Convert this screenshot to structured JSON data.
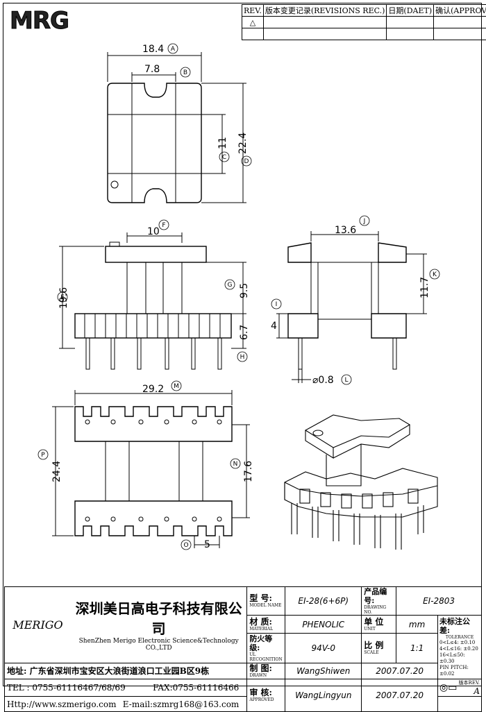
{
  "logo": {
    "text": "MRG"
  },
  "revision_table": {
    "headers": [
      "REV.",
      "版本变更记录(REVISIONS REC.)",
      "日期(DAET)",
      "确认(APPROVED)"
    ],
    "row1_mark": "△"
  },
  "dimensions": {
    "a": "18.4",
    "b": "7.8",
    "c": "11",
    "d": "22.4",
    "e": "19.6",
    "f": "10",
    "g": "9.5",
    "h": "6.7",
    "i": "4",
    "j": "13.6",
    "k": "11.7",
    "l": "⌀0.8",
    "m": "29.2",
    "n": "17.6",
    "o": "5",
    "p": "24.4"
  },
  "markers": {
    "a": "A",
    "b": "B",
    "c": "C",
    "d": "D",
    "e": "E",
    "f": "F",
    "g": "G",
    "h": "H",
    "i": "I",
    "j": "J",
    "k": "K",
    "l": "L",
    "m": "M",
    "n": "N",
    "o": "O",
    "p": "P"
  },
  "title_block": {
    "logo_text": "MERIGO",
    "company_cn": "深圳美日高电子科技有限公司",
    "company_en": "ShenZhen Merigo Electronic Science&Technology CO.,LTD",
    "address": "地址: 广东省深圳市宝安区大浪街道浪口工业园B区9栋",
    "tel": "TEL : 0755-61116467/68/69",
    "fax": "FAX:0755-61116466",
    "web": "Http://www.szmerigo.com",
    "email": "E-mail:szmrg168@163.com",
    "model_label": "型 号:",
    "model_sub": "MODEL NAME",
    "model_value": "EI-28(6+6P)",
    "drawing_no_label": "产品编号:",
    "drawing_no_sub": "DRAWING NO.",
    "drawing_no_value": "EI-2803",
    "material_label": "材 质:",
    "material_sub": "MATERIAL",
    "material_value": "PHENOLIC",
    "unit_label": "单 位",
    "unit_sub": "UNIT",
    "unit_value": "mm",
    "ul_label": "防火等级:",
    "ul_sub": "UL RECOGNITION",
    "ul_value": "94V-0",
    "scale_label": "比 例",
    "scale_sub": "SCALE",
    "scale_value": "1:1",
    "drawn_label": "制 图:",
    "drawn_sub": "DRAWN",
    "drawn_value": "WangShiwen",
    "drawn_date": "2007.07.20",
    "approved_label": "审 核:",
    "approved_sub": "APPROVED",
    "approved_value": "WangLingyun",
    "approved_date": "2007.07.20",
    "tolerance_label": "未标注公差:",
    "tolerance_sub": "TOLERANCE",
    "tolerances": [
      "0<L≤4:  ±0.10",
      "4<L≤16:  ±0.20",
      "16<L≤50: ±0.30",
      "PIN PITCH: ±0.02"
    ],
    "rev_label": "版本REV.",
    "rev_value": "A"
  }
}
